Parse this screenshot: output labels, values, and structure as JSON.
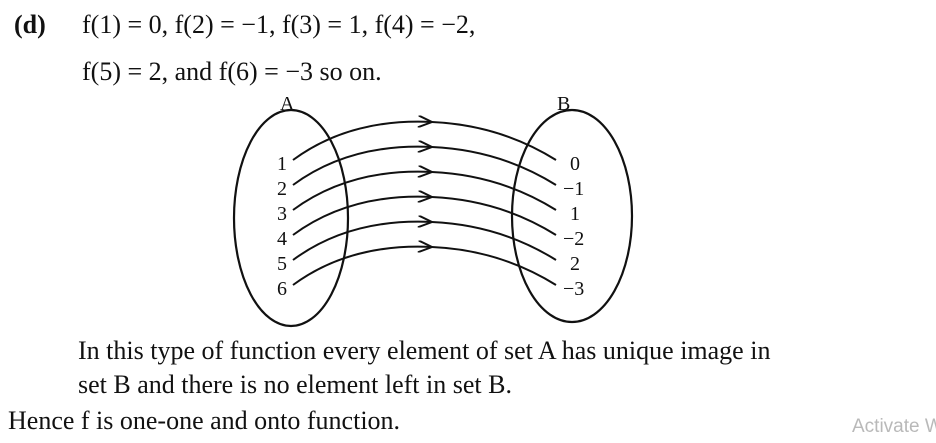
{
  "part_label": "(d)",
  "line1": "f(1) = 0, f(2) = −1, f(3) = 1, f(4) = −2,",
  "line2": "f(5) = 2, and f(6) = −3    so  on.",
  "diagram": {
    "set_a_label": "A",
    "set_b_label": "B",
    "set_a": [
      "1",
      "2",
      "3",
      "4",
      "5",
      "6"
    ],
    "set_b": [
      "0",
      "−1",
      "1",
      "−2",
      "2",
      "−3"
    ]
  },
  "para1": "In this type of  function every element of set A  has unique image in",
  "para2": "set B and there is no element left in set B.",
  "conclusion": "Hence f  is one-one and onto function.",
  "watermark": "Activate W"
}
